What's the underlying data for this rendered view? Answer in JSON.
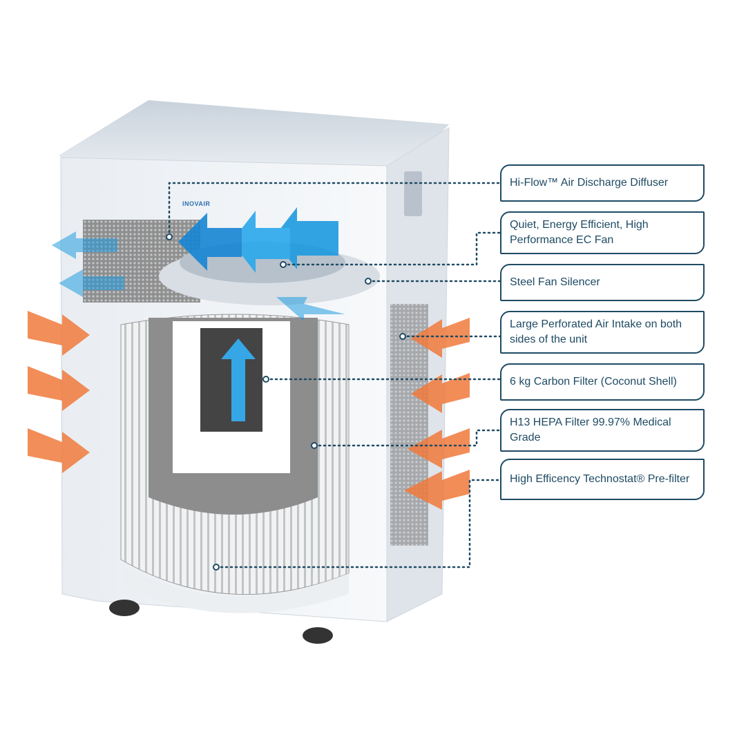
{
  "brand_logo": "INOVAIR",
  "colors": {
    "label_border": "#1e4a63",
    "outflow_arrow": "#1e9be0",
    "intake_arrow": "#f07a3c"
  },
  "callouts": [
    {
      "id": "diffuser",
      "text": "Hi-Flow™ Air Discharge Diffuser"
    },
    {
      "id": "fan",
      "text": "Quiet, Energy Efficient, High Performance EC Fan"
    },
    {
      "id": "silencer",
      "text": "Steel Fan Silencer"
    },
    {
      "id": "intake",
      "text": "Large Perforated Air Intake on both sides of the unit"
    },
    {
      "id": "carbon",
      "text": "6 kg Carbon Filter (Coconut Shell)"
    },
    {
      "id": "hepa",
      "text": "H13 HEPA Filter 99.97% Medical Grade"
    },
    {
      "id": "prefilter",
      "text": "High Efficency Technostat® Pre-filter"
    }
  ]
}
